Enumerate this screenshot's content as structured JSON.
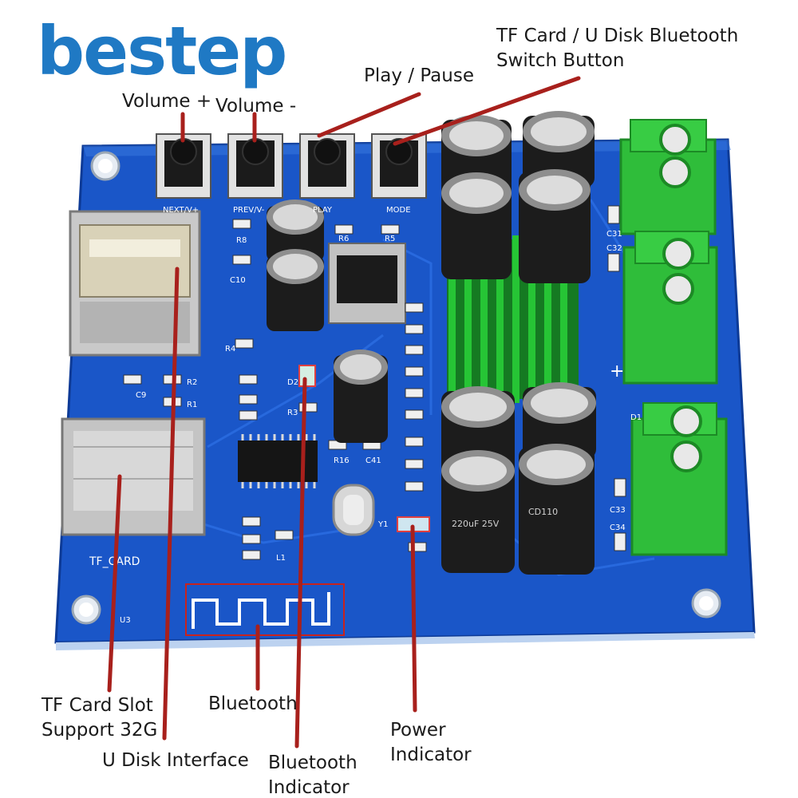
{
  "brand": {
    "logo": "bestep",
    "color": "#1f79c4"
  },
  "callouts": {
    "volume_plus": "Volume +",
    "volume_minus": "Volume -",
    "play_pause": "Play / Pause",
    "switch_line1": "TF Card / U Disk Bluetooth",
    "switch_line2": "Switch Button",
    "tf_line1": "TF Card Slot",
    "tf_line2": "Support 32G",
    "udisk": "U Disk Interface",
    "bluetooth": "Bluetooth",
    "bt_ind_line1": "Bluetooth",
    "bt_ind_line2": "Indicator",
    "power_line1": "Power",
    "power_line2": "Indicator"
  },
  "silkscreen": {
    "tf_card": "TF_CARD",
    "btn1": "NEXT/V+",
    "btn2": "PREV/V-",
    "btn3": "PLAY",
    "btn4": "MODE",
    "r8": "R8",
    "r6": "R6",
    "r5": "R5",
    "c10": "C10",
    "r4": "R4",
    "r2": "R2",
    "r1": "R1",
    "r3": "R3",
    "c9": "C9",
    "d2": "D2",
    "r16": "R16",
    "c41": "C41",
    "y1": "Y1",
    "l1": "L1",
    "u3": "U3",
    "c31": "C31",
    "c32": "C32",
    "c33": "C33",
    "c34": "C34",
    "d1": "D1",
    "plus": "+",
    "cap1": "220uF 25V",
    "cap2": "CD110"
  },
  "colors": {
    "pcb": "#1a56c8",
    "pointer": "#a8201c",
    "terminal": "#2fbd3a",
    "heatsink": "#22b52f"
  }
}
